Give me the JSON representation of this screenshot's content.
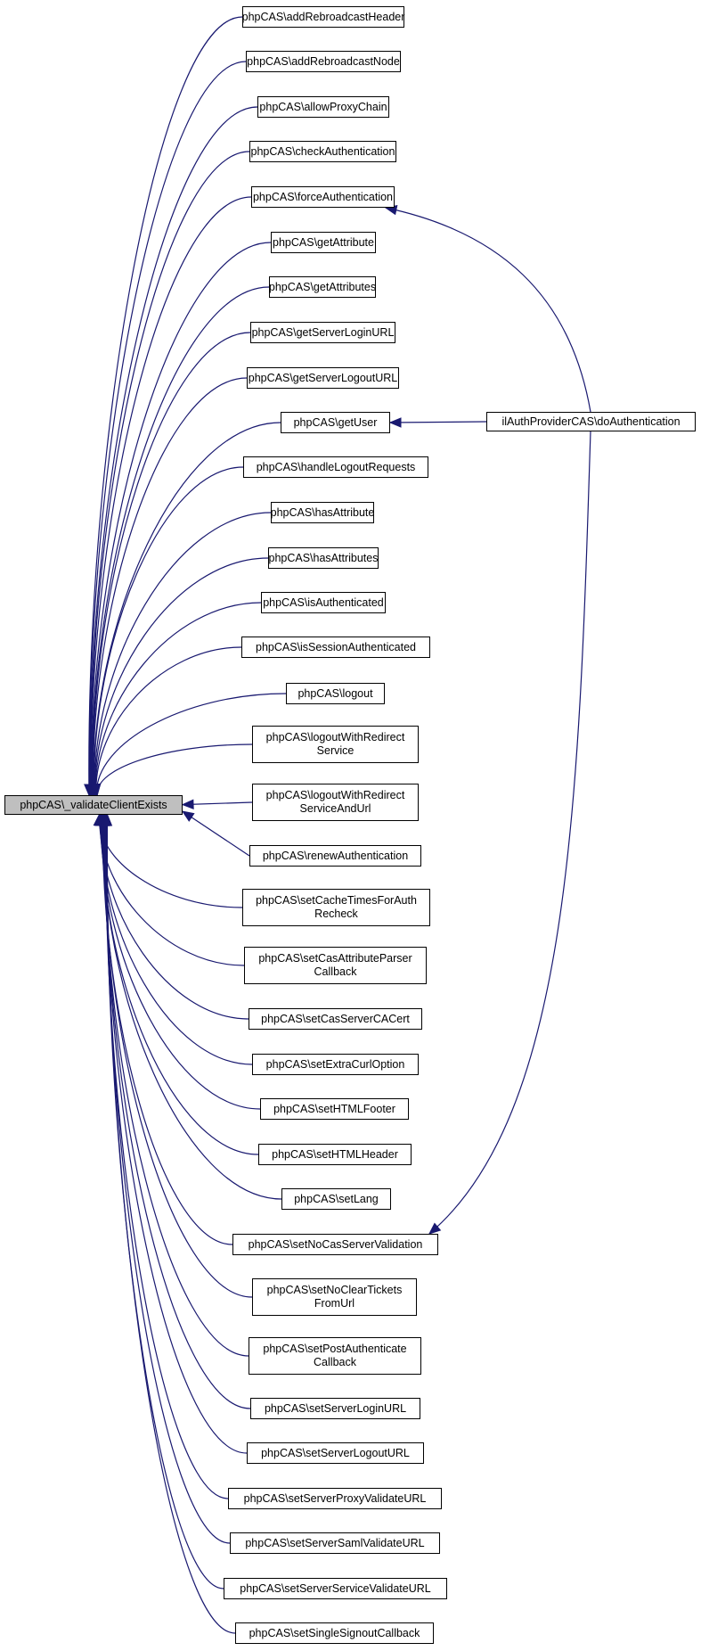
{
  "root": {
    "label": "phpCAS\\_validateClientExists"
  },
  "nodes": [
    {
      "id": "addRebroadcastHeader",
      "lines": [
        "phpCAS\\addRebroadcastHeader"
      ]
    },
    {
      "id": "addRebroadcastNode",
      "lines": [
        "phpCAS\\addRebroadcastNode"
      ]
    },
    {
      "id": "allowProxyChain",
      "lines": [
        "phpCAS\\allowProxyChain"
      ]
    },
    {
      "id": "checkAuthentication",
      "lines": [
        "phpCAS\\checkAuthentication"
      ]
    },
    {
      "id": "forceAuthentication",
      "lines": [
        "phpCAS\\forceAuthentication"
      ]
    },
    {
      "id": "getAttribute",
      "lines": [
        "phpCAS\\getAttribute"
      ]
    },
    {
      "id": "getAttributes",
      "lines": [
        "phpCAS\\getAttributes"
      ]
    },
    {
      "id": "getServerLoginURL",
      "lines": [
        "phpCAS\\getServerLoginURL"
      ]
    },
    {
      "id": "getServerLogoutURL",
      "lines": [
        "phpCAS\\getServerLogoutURL"
      ]
    },
    {
      "id": "getUser",
      "lines": [
        "phpCAS\\getUser"
      ]
    },
    {
      "id": "handleLogoutRequests",
      "lines": [
        "phpCAS\\handleLogoutRequests"
      ]
    },
    {
      "id": "hasAttribute",
      "lines": [
        "phpCAS\\hasAttribute"
      ]
    },
    {
      "id": "hasAttributes",
      "lines": [
        "phpCAS\\hasAttributes"
      ]
    },
    {
      "id": "isAuthenticated",
      "lines": [
        "phpCAS\\isAuthenticated"
      ]
    },
    {
      "id": "isSessionAuthenticated",
      "lines": [
        "phpCAS\\isSessionAuthenticated"
      ]
    },
    {
      "id": "logout",
      "lines": [
        "phpCAS\\logout"
      ]
    },
    {
      "id": "logoutWithRedirectService",
      "lines": [
        "phpCAS\\logoutWithRedirect",
        "Service"
      ]
    },
    {
      "id": "logoutWithRedirectServiceAndUrl",
      "lines": [
        "phpCAS\\logoutWithRedirect",
        "ServiceAndUrl"
      ]
    },
    {
      "id": "renewAuthentication",
      "lines": [
        "phpCAS\\renewAuthentication"
      ]
    },
    {
      "id": "setCacheTimesForAuthRecheck",
      "lines": [
        "phpCAS\\setCacheTimesForAuth",
        "Recheck"
      ]
    },
    {
      "id": "setCasAttributeParserCallback",
      "lines": [
        "phpCAS\\setCasAttributeParser",
        "Callback"
      ]
    },
    {
      "id": "setCasServerCACert",
      "lines": [
        "phpCAS\\setCasServerCACert"
      ]
    },
    {
      "id": "setExtraCurlOption",
      "lines": [
        "phpCAS\\setExtraCurlOption"
      ]
    },
    {
      "id": "setHTMLFooter",
      "lines": [
        "phpCAS\\setHTMLFooter"
      ]
    },
    {
      "id": "setHTMLHeader",
      "lines": [
        "phpCAS\\setHTMLHeader"
      ]
    },
    {
      "id": "setLang",
      "lines": [
        "phpCAS\\setLang"
      ]
    },
    {
      "id": "setNoCasServerValidation",
      "lines": [
        "phpCAS\\setNoCasServerValidation"
      ]
    },
    {
      "id": "setNoClearTicketsFromUrl",
      "lines": [
        "phpCAS\\setNoClearTickets",
        "FromUrl"
      ]
    },
    {
      "id": "setPostAuthenticateCallback",
      "lines": [
        "phpCAS\\setPostAuthenticate",
        "Callback"
      ]
    },
    {
      "id": "setServerLoginURL",
      "lines": [
        "phpCAS\\setServerLoginURL"
      ]
    },
    {
      "id": "setServerLogoutURL",
      "lines": [
        "phpCAS\\setServerLogoutURL"
      ]
    },
    {
      "id": "setServerProxyValidateURL",
      "lines": [
        "phpCAS\\setServerProxyValidateURL"
      ]
    },
    {
      "id": "setServerSamlValidateURL",
      "lines": [
        "phpCAS\\setServerSamlValidateURL"
      ]
    },
    {
      "id": "setServerServiceValidateURL",
      "lines": [
        "phpCAS\\setServerServiceValidateURL"
      ]
    },
    {
      "id": "setSingleSignoutCallback",
      "lines": [
        "phpCAS\\setSingleSignoutCallback"
      ]
    }
  ],
  "external": {
    "id": "doAuthentication",
    "label": "ilAuthProviderCAS\\doAuthentication"
  },
  "secondary_edges": [
    {
      "from": "doAuthentication",
      "to": "forceAuthentication"
    },
    {
      "from": "doAuthentication",
      "to": "getUser"
    },
    {
      "from": "doAuthentication",
      "to": "setNoCasServerValidation"
    }
  ],
  "colors": {
    "edge": "#191970",
    "root_fill": "#bfbfbf",
    "node_fill": "#ffffff",
    "node_border": "#000000"
  }
}
